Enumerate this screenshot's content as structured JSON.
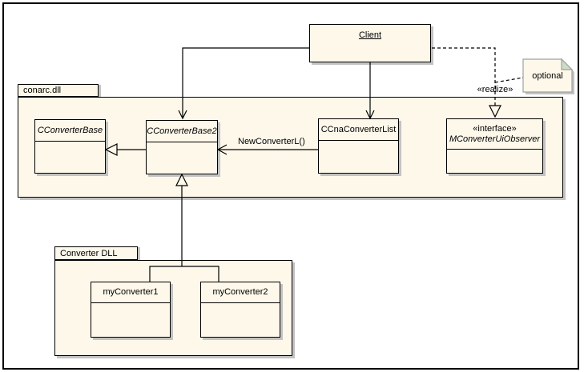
{
  "diagram": {
    "kind": "uml-class-diagram",
    "colors": {
      "fill": "#FDF8EA",
      "border": "#000000",
      "shadow": "#C3C3C3",
      "note_border": "#A0A0A0",
      "note_fold": "#CCDCC6",
      "background": "#FFFFFF"
    },
    "packages": {
      "conarc": {
        "label": "conarc.dll"
      },
      "converter_dll": {
        "label": "Converter DLL"
      }
    },
    "nodes": {
      "client": {
        "name": "Client"
      },
      "cconverterbase": {
        "name": "CConverterBase",
        "abstract": true
      },
      "cconverterbase2": {
        "name": "CConverterBase2",
        "abstract": true
      },
      "ccnaconverterlist": {
        "name": "CCnaConverterList"
      },
      "mconverteruiobserver": {
        "stereotype": "«interface»",
        "name": "MConverterUiObserver"
      },
      "myconverter1": {
        "name": "myConverter1"
      },
      "myconverter2": {
        "name": "myConverter2"
      }
    },
    "note": {
      "text": "optional"
    },
    "edge_labels": {
      "realize": "«realize»",
      "new_converter": "NewConverterL()"
    }
  }
}
